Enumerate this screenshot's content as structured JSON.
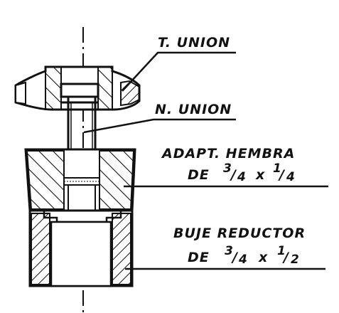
{
  "labels": {
    "t_union": "T. UNION",
    "n_union": "N. UNION",
    "adapter_line1": "ADAPT. HEMBRA",
    "adapter_line2_prefix": "DE",
    "adapter_num1": "3",
    "adapter_den1": "4",
    "adapter_x": "x",
    "adapter_num2": "1",
    "adapter_den2": "4",
    "bushing_line1": "BUJE REDUCTOR",
    "bushing_line2_prefix": "DE",
    "bushing_num1": "3",
    "bushing_den1": "4",
    "bushing_x": "x",
    "bushing_num2": "1",
    "bushing_den2": "2"
  },
  "colors": {
    "ink": "#111111",
    "paper": "#ffffff"
  }
}
